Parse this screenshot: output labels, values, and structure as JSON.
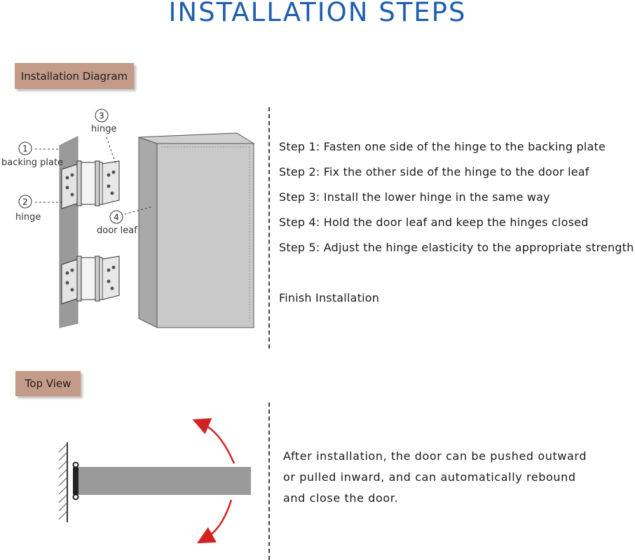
{
  "title": "INSTALLATION STEPS",
  "sections": {
    "diagram_tag": "Installation Diagram",
    "topview_tag": "Top View"
  },
  "callouts": [
    {
      "num": "1",
      "label": "backing plate"
    },
    {
      "num": "2",
      "label": "hinge"
    },
    {
      "num": "3",
      "label": "hinge"
    },
    {
      "num": "4",
      "label": "door leaf"
    }
  ],
  "steps": [
    "Step 1: Fasten one side of the hinge to the backing plate",
    "Step 2: Fix the other side of the hinge to the door leaf",
    "Step 3: Install the lower hinge in the same way",
    "Step 4: Hold the door leaf and keep the hinges closed",
    "Step 5: Adjust the hinge elasticity to the appropriate strength"
  ],
  "finish": "Finish Installation",
  "topview_text": [
    "After installation, the door can be pushed outward",
    "or pulled inward, and can automatically rebound",
    "and close the door."
  ],
  "colors": {
    "title": "#1f5fae",
    "tag_bg": "#c39b88",
    "arrow": "#d42222",
    "plate": "#9a9a9a"
  }
}
